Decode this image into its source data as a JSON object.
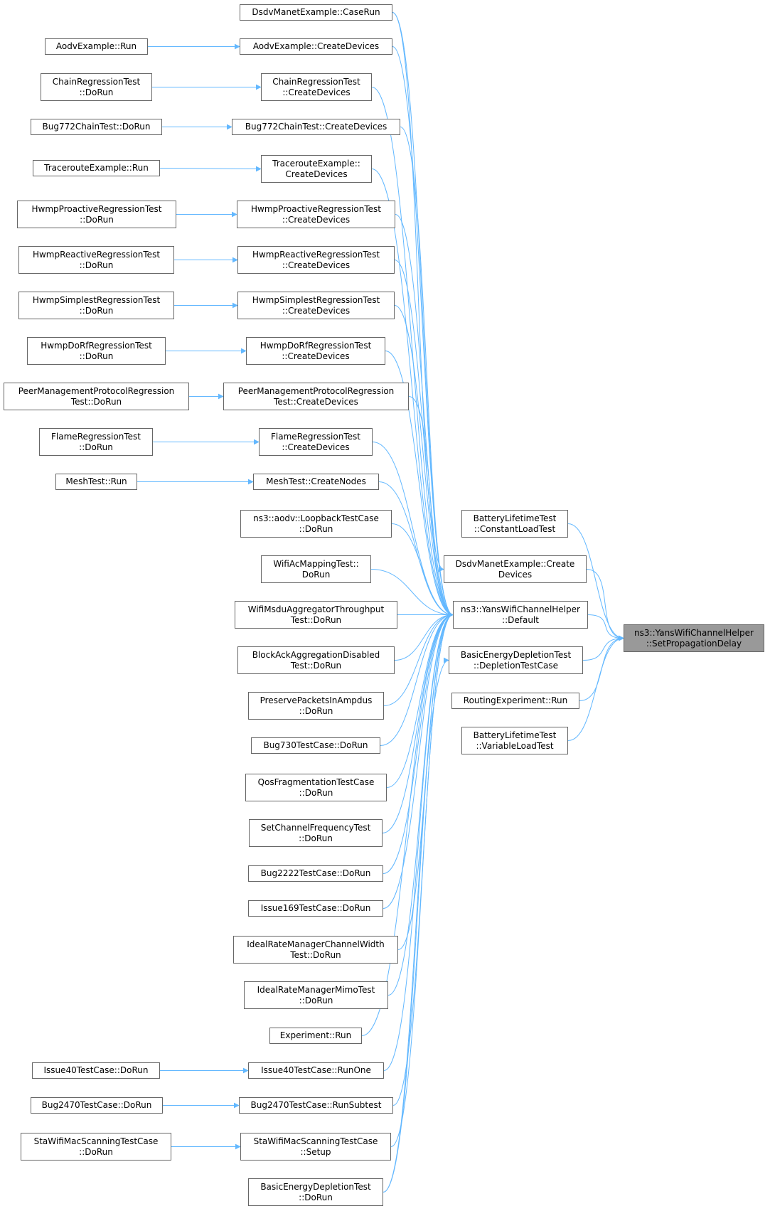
{
  "colors": {
    "edge": "#63b8ff",
    "node_border": "#666666",
    "node_fill": "#ffffff",
    "target_fill": "#999999"
  },
  "nodes": {
    "target": [
      "ns3::YansWifiChannelHelper",
      "::SetPropagationDelay"
    ],
    "default": [
      "ns3::YansWifiChannelHelper",
      "::Default"
    ],
    "bat_const": [
      "BatteryLifetimeTest",
      "::ConstantLoadTest"
    ],
    "dsdv_create": [
      "DsdvManetExample::Create",
      "Devices"
    ],
    "basic_dep": [
      "BasicEnergyDepletionTest",
      "::DepletionTestCase"
    ],
    "routing_exp": [
      "RoutingExperiment::Run"
    ],
    "bat_var": [
      "BatteryLifetimeTest",
      "::VariableLoadTest"
    ],
    "dsdv_caserun": [
      "DsdvManetExample::CaseRun"
    ],
    "aodv_create": [
      "AodvExample::CreateDevices"
    ],
    "chain_create": [
      "ChainRegressionTest",
      "::CreateDevices"
    ],
    "bug772_create": [
      "Bug772ChainTest::CreateDevices"
    ],
    "tracert_create": [
      "TracerouteExample::",
      "CreateDevices"
    ],
    "hwmp_pro_create": [
      "HwmpProactiveRegressionTest",
      "::CreateDevices"
    ],
    "hwmp_rea_create": [
      "HwmpReactiveRegressionTest",
      "::CreateDevices"
    ],
    "hwmp_sim_create": [
      "HwmpSimplestRegressionTest",
      "::CreateDevices"
    ],
    "hwmp_dorf_create": [
      "HwmpDoRfRegressionTest",
      "::CreateDevices"
    ],
    "peer_create": [
      "PeerManagementProtocolRegression",
      "Test::CreateDevices"
    ],
    "flame_create": [
      "FlameRegressionTest",
      "::CreateDevices"
    ],
    "mesh_create": [
      "MeshTest::CreateNodes"
    ],
    "aodv_loop": [
      "ns3::aodv::LoopbackTestCase",
      "::DoRun"
    ],
    "wifi_ac": [
      "WifiAcMappingTest::",
      "DoRun"
    ],
    "wifi_msdu": [
      "WifiMsduAggregatorThroughput",
      "Test::DoRun"
    ],
    "blockack": [
      "BlockAckAggregationDisabled",
      "Test::DoRun"
    ],
    "preserve": [
      "PreservePacketsInAmpdus",
      "::DoRun"
    ],
    "bug730": [
      "Bug730TestCase::DoRun"
    ],
    "qos_frag": [
      "QosFragmentationTestCase",
      "::DoRun"
    ],
    "set_chan": [
      "SetChannelFrequencyTest",
      "::DoRun"
    ],
    "bug2222": [
      "Bug2222TestCase::DoRun"
    ],
    "issue169": [
      "Issue169TestCase::DoRun"
    ],
    "ideal_cw": [
      "IdealRateManagerChannelWidth",
      "Test::DoRun"
    ],
    "ideal_mimo": [
      "IdealRateManagerMimoTest",
      "::DoRun"
    ],
    "experiment": [
      "Experiment::Run"
    ],
    "issue40_runone": [
      "Issue40TestCase::RunOne"
    ],
    "bug2470_sub": [
      "Bug2470TestCase::RunSubtest"
    ],
    "sta_setup": [
      "StaWifiMacScanningTestCase",
      "::Setup"
    ],
    "basic_dorun": [
      "BasicEnergyDepletionTest",
      "::DoRun"
    ],
    "aodv_run": [
      "AodvExample::Run"
    ],
    "chain_dorun": [
      "ChainRegressionTest",
      "::DoRun"
    ],
    "bug772_dorun": [
      "Bug772ChainTest::DoRun"
    ],
    "tracert_run": [
      "TracerouteExample::Run"
    ],
    "hwmp_pro_dorun": [
      "HwmpProactiveRegressionTest",
      "::DoRun"
    ],
    "hwmp_rea_dorun": [
      "HwmpReactiveRegressionTest",
      "::DoRun"
    ],
    "hwmp_sim_dorun": [
      "HwmpSimplestRegressionTest",
      "::DoRun"
    ],
    "hwmp_dorf_dorun": [
      "HwmpDoRfRegressionTest",
      "::DoRun"
    ],
    "peer_dorun": [
      "PeerManagementProtocolRegression",
      "Test::DoRun"
    ],
    "flame_dorun": [
      "FlameRegressionTest",
      "::DoRun"
    ],
    "mesh_run": [
      "MeshTest::Run"
    ],
    "issue40_dorun": [
      "Issue40TestCase::DoRun"
    ],
    "bug2470_dorun": [
      "Bug2470TestCase::DoRun"
    ],
    "sta_dorun": [
      "StaWifiMacScanningTestCase",
      "::DoRun"
    ]
  },
  "edges": [
    [
      "default",
      "target"
    ],
    [
      "bat_const",
      "target"
    ],
    [
      "dsdv_create",
      "target"
    ],
    [
      "basic_dep",
      "target"
    ],
    [
      "routing_exp",
      "target"
    ],
    [
      "bat_var",
      "target"
    ],
    [
      "dsdv_caserun",
      "default"
    ],
    [
      "aodv_create",
      "default"
    ],
    [
      "chain_create",
      "default"
    ],
    [
      "bug772_create",
      "default"
    ],
    [
      "tracert_create",
      "default"
    ],
    [
      "hwmp_pro_create",
      "default"
    ],
    [
      "hwmp_rea_create",
      "default"
    ],
    [
      "hwmp_sim_create",
      "default"
    ],
    [
      "hwmp_dorf_create",
      "default"
    ],
    [
      "peer_create",
      "default"
    ],
    [
      "flame_create",
      "default"
    ],
    [
      "mesh_create",
      "default"
    ],
    [
      "aodv_loop",
      "default"
    ],
    [
      "wifi_ac",
      "default"
    ],
    [
      "wifi_msdu",
      "default"
    ],
    [
      "blockack",
      "default"
    ],
    [
      "preserve",
      "default"
    ],
    [
      "bug730",
      "default"
    ],
    [
      "qos_frag",
      "default"
    ],
    [
      "set_chan",
      "default"
    ],
    [
      "bug2222",
      "default"
    ],
    [
      "issue169",
      "default"
    ],
    [
      "ideal_cw",
      "default"
    ],
    [
      "ideal_mimo",
      "default"
    ],
    [
      "experiment",
      "default"
    ],
    [
      "issue40_runone",
      "default"
    ],
    [
      "bug2470_sub",
      "default"
    ],
    [
      "sta_setup",
      "default"
    ],
    [
      "basic_dorun",
      "default"
    ],
    [
      "basic_dorun",
      "basic_dep"
    ],
    [
      "dsdv_caserun",
      "dsdv_create"
    ],
    [
      "aodv_run",
      "aodv_create"
    ],
    [
      "chain_dorun",
      "chain_create"
    ],
    [
      "bug772_dorun",
      "bug772_create"
    ],
    [
      "tracert_run",
      "tracert_create"
    ],
    [
      "hwmp_pro_dorun",
      "hwmp_pro_create"
    ],
    [
      "hwmp_rea_dorun",
      "hwmp_rea_create"
    ],
    [
      "hwmp_sim_dorun",
      "hwmp_sim_create"
    ],
    [
      "hwmp_dorf_dorun",
      "hwmp_dorf_create"
    ],
    [
      "peer_dorun",
      "peer_create"
    ],
    [
      "flame_dorun",
      "flame_create"
    ],
    [
      "mesh_run",
      "mesh_create"
    ],
    [
      "issue40_dorun",
      "issue40_runone"
    ],
    [
      "bug2470_dorun",
      "bug2470_sub"
    ],
    [
      "sta_dorun",
      "sta_setup"
    ]
  ]
}
